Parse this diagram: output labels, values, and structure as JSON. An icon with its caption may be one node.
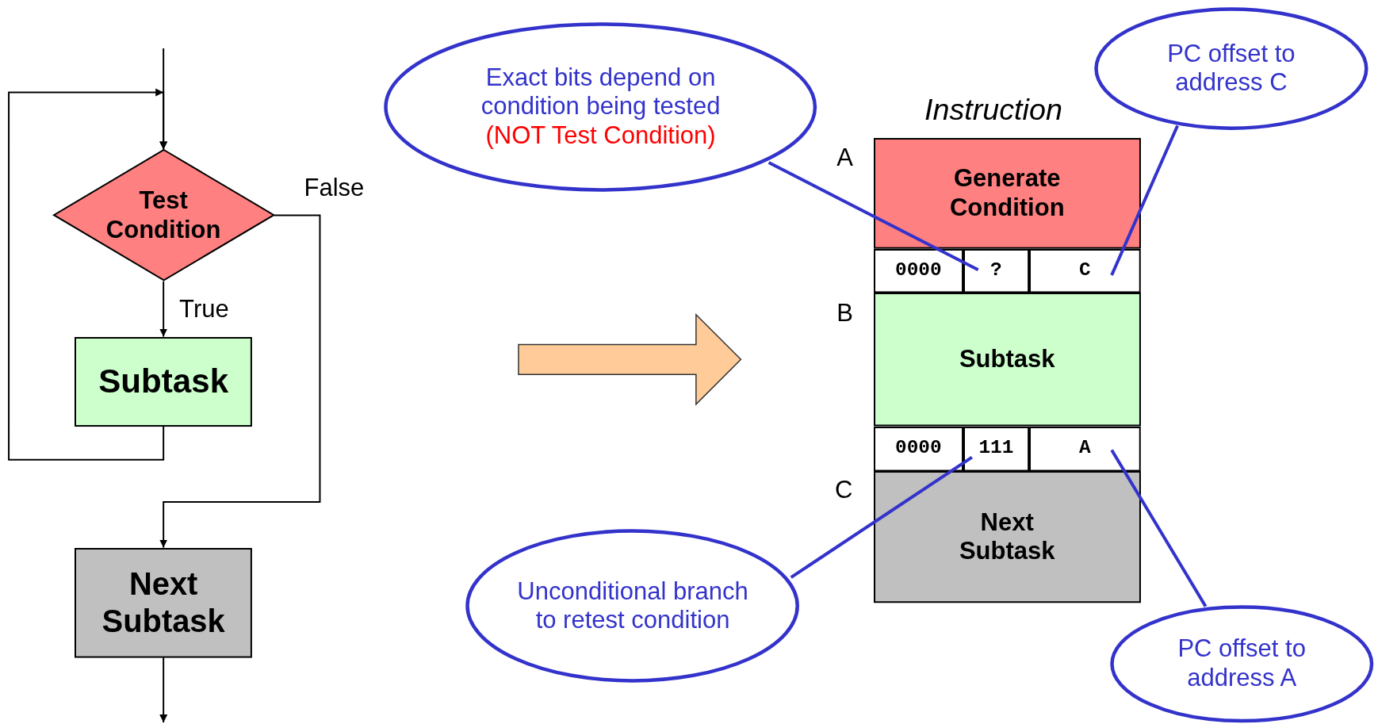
{
  "diagram": {
    "nodes": [
      {
        "text": [
          "Test Condition"
        ]
      },
      {
        "text": [
          "Subtask"
        ]
      },
      {
        "text": [
          "Next Subtask"
        ]
      },
      {
        "text": [
          "Exact bits depend on condition being tested",
          "(NOT Test Condition)"
        ]
      },
      {
        "text": [
          "PC offset to address C"
        ]
      },
      {
        "text": [
          "Generate Condition"
        ]
      },
      {
        "text": [
          "0000"
        ]
      },
      {
        "text": [
          "?"
        ]
      },
      {
        "text": [
          "C"
        ]
      },
      {
        "text": [
          "Subtask"
        ]
      },
      {
        "text": [
          "0000"
        ]
      },
      {
        "text": [
          "111"
        ]
      },
      {
        "text": [
          "A"
        ]
      },
      {
        "text": [
          "Next Subtask"
        ]
      },
      {
        "text": [
          "Unconditional branch to retest condition"
        ]
      },
      {
        "text": [
          "PC offset to address A"
        ]
      }
    ],
    "edges": [
      {
        "from": null,
        "to": 0,
        "arrow": "to"
      },
      {
        "from": 0,
        "to": 1,
        "arrow": "to",
        "label": "True"
      },
      {
        "from": 1,
        "to": 0,
        "arrow": "to"
      },
      {
        "from": 0,
        "to": 2,
        "arrow": "to",
        "label": "False"
      },
      {
        "from": 2,
        "to": null,
        "arrow": "to"
      },
      {
        "from": 3,
        "to": 7,
        "arrow": "none",
        "color": "#3333cc"
      },
      {
        "from": 4,
        "to": 8,
        "arrow": "none",
        "color": "#3333cc"
      },
      {
        "from": 14,
        "to": 11,
        "arrow": "none",
        "color": "#3333cc"
      },
      {
        "from": 15,
        "to": 12,
        "arrow": "none",
        "color": "#3333cc"
      }
    ],
    "labels": [
      "Instruction",
      "A",
      "B",
      "C"
    ]
  }
}
